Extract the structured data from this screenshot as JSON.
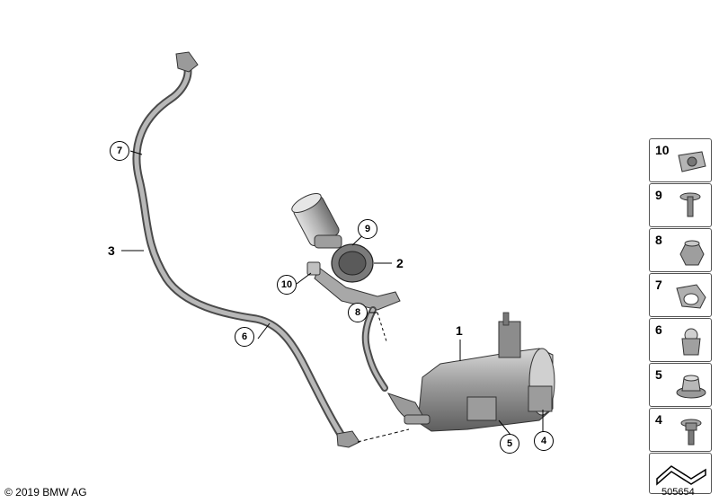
{
  "callouts": {
    "c1": "1",
    "c2": "2",
    "c3": "3",
    "c4": "4",
    "c5": "5",
    "c6": "6",
    "c7": "7",
    "c8": "8",
    "c9": "9",
    "c10": "10"
  },
  "side_panel": {
    "items": [
      "10",
      "9",
      "8",
      "7",
      "6",
      "5",
      "4"
    ]
  },
  "footer": {
    "copyright": "© 2019 BMW AG",
    "drawing_id": "505654"
  }
}
